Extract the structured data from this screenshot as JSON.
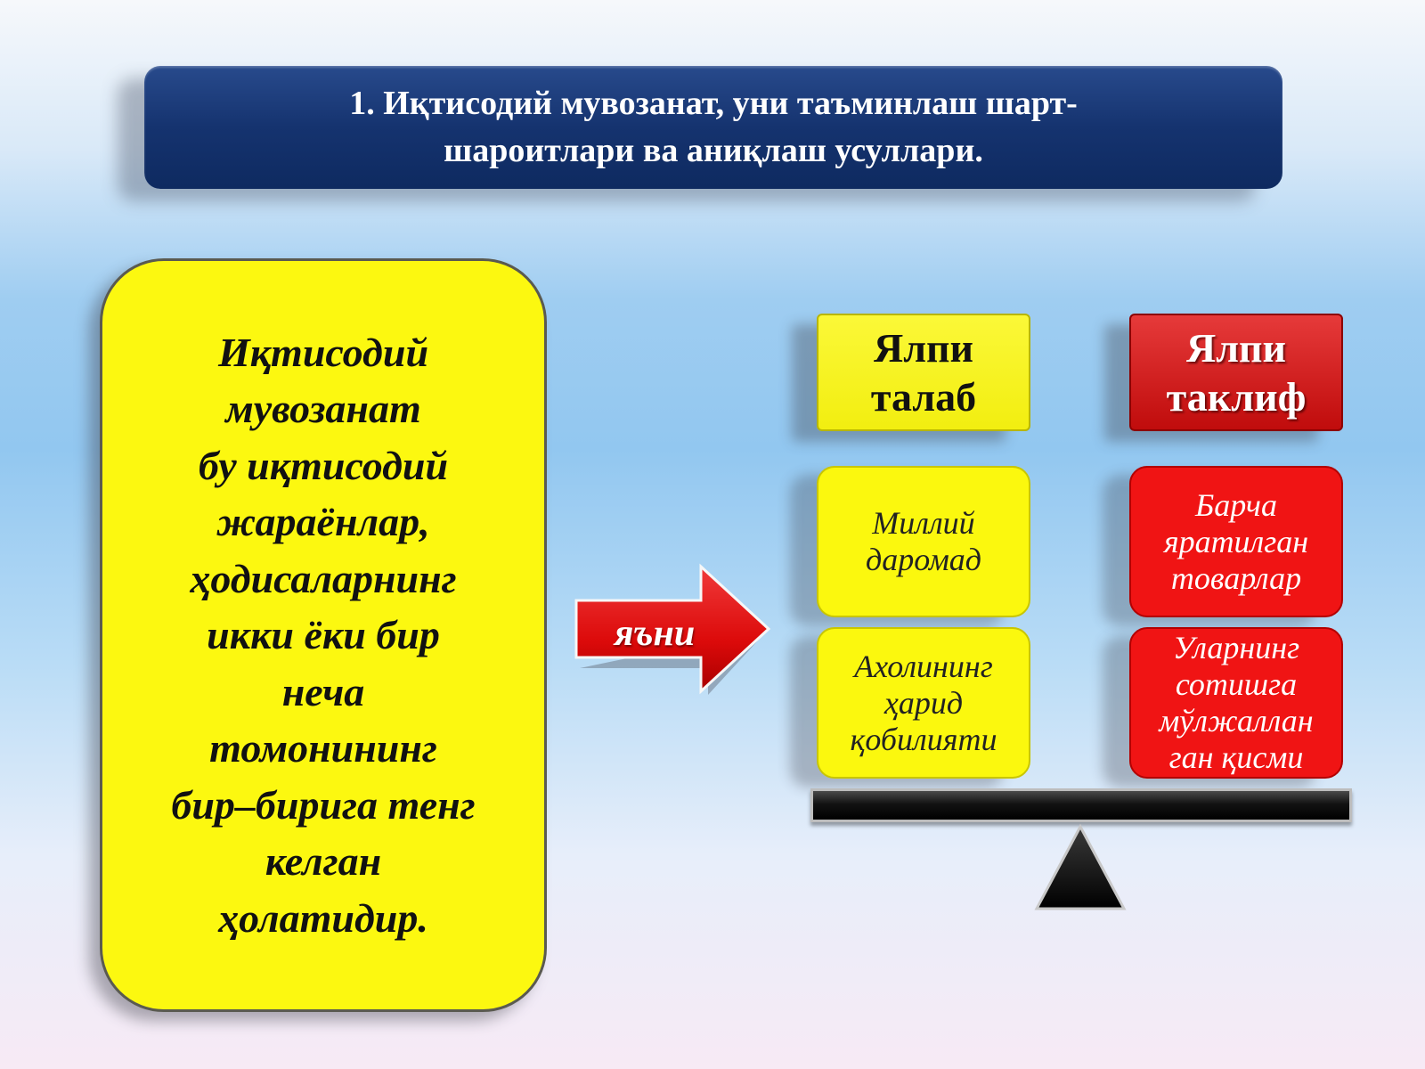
{
  "title": {
    "line1": "1. Иқтисодий мувозанат, уни таъминлаш шарт-",
    "line2": "шароитлари ва аниқлаш усуллари."
  },
  "definition": {
    "lines": [
      "Иқтисодий",
      "мувозанат",
      "бу иқтисодий",
      "жараёнлар,",
      "ҳодисаларнинг",
      "икки ёки бир",
      "неча",
      "томонининг",
      "бир–бирига тенг",
      "келган",
      "ҳолатидир."
    ]
  },
  "arrow": {
    "label": "яъни"
  },
  "demand": {
    "header": [
      "Ялпи",
      "талаб"
    ],
    "items": [
      [
        "Миллий",
        "даромад"
      ],
      [
        "Ахолининг",
        "ҳарид",
        "қобилияти"
      ]
    ]
  },
  "supply": {
    "header": [
      "Ялпи",
      "таклиф"
    ],
    "items": [
      [
        "Барча",
        "яратилган",
        "товарлар"
      ],
      [
        "Уларнинг",
        "сотишга",
        "мўлжаллан",
        "ган қисми"
      ]
    ]
  },
  "colors": {
    "title_bg": "#15336f",
    "yellow": "#fbf80e",
    "red": "#f01414",
    "beam": "#111111"
  }
}
